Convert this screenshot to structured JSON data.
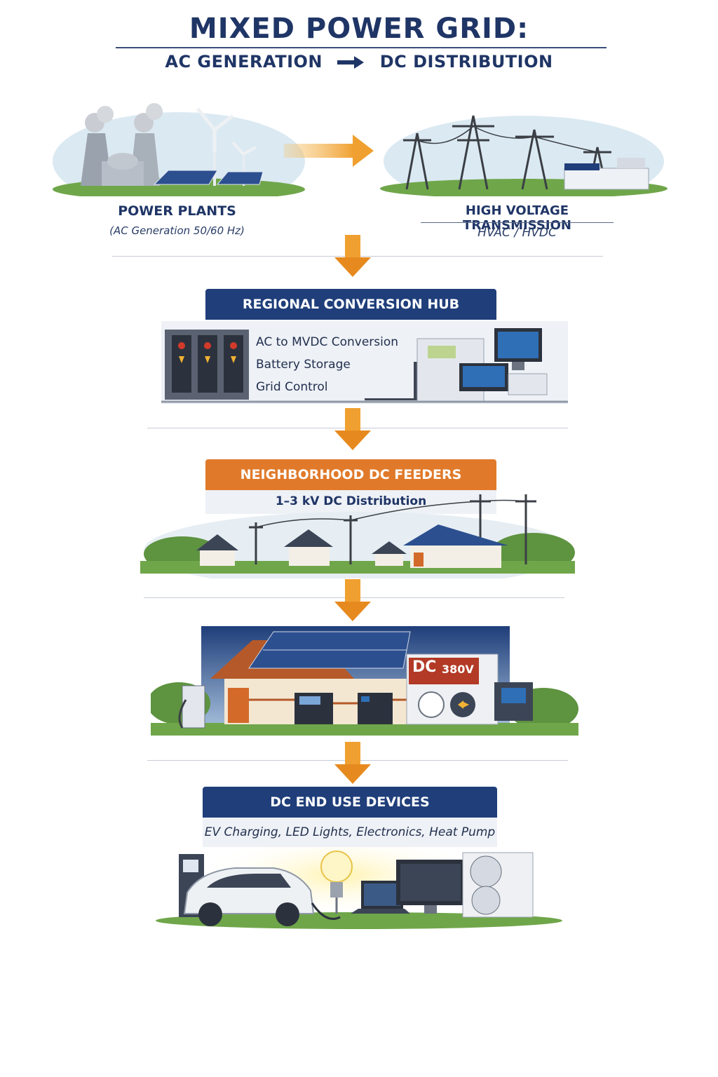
{
  "title": "MIXED POWER GRID:",
  "subtitle": {
    "left": "AC GENERATION",
    "right": "DC DISTRIBUTION"
  },
  "power_plants": {
    "title": "POWER PLANTS",
    "subtitle": "(AC Generation 50/60 Hz)"
  },
  "transmission": {
    "title": "HIGH VOLTAGE TRANSMISSION",
    "subtitle": "HVAC / HVDC"
  },
  "regional_hub": {
    "title": "REGIONAL CONVERSION HUB",
    "items": [
      "AC to MVDC Conversion",
      "Battery Storage",
      "Grid Control"
    ]
  },
  "feeders": {
    "title": "NEIGHBORHOOD DC FEEDERS",
    "subtitle": "1–3 kV DC Distribution"
  },
  "home": {
    "dc_label": "DC",
    "voltage": "380V"
  },
  "end_use": {
    "title": "DC END USE DEVICES",
    "subtitle": "EV Charging, LED Lights, Electronics, Heat Pump"
  },
  "colors": {
    "navy": "#1f3e7a",
    "orange": "#e07a2a",
    "arrow": "#f0a030"
  },
  "icons": [
    "cooling-tower-icon",
    "wind-turbine-icon",
    "solar-panel-icon",
    "pylon-icon",
    "house-icon",
    "ev-charger-icon",
    "bulb-icon",
    "monitor-icon",
    "heat-pump-icon"
  ]
}
